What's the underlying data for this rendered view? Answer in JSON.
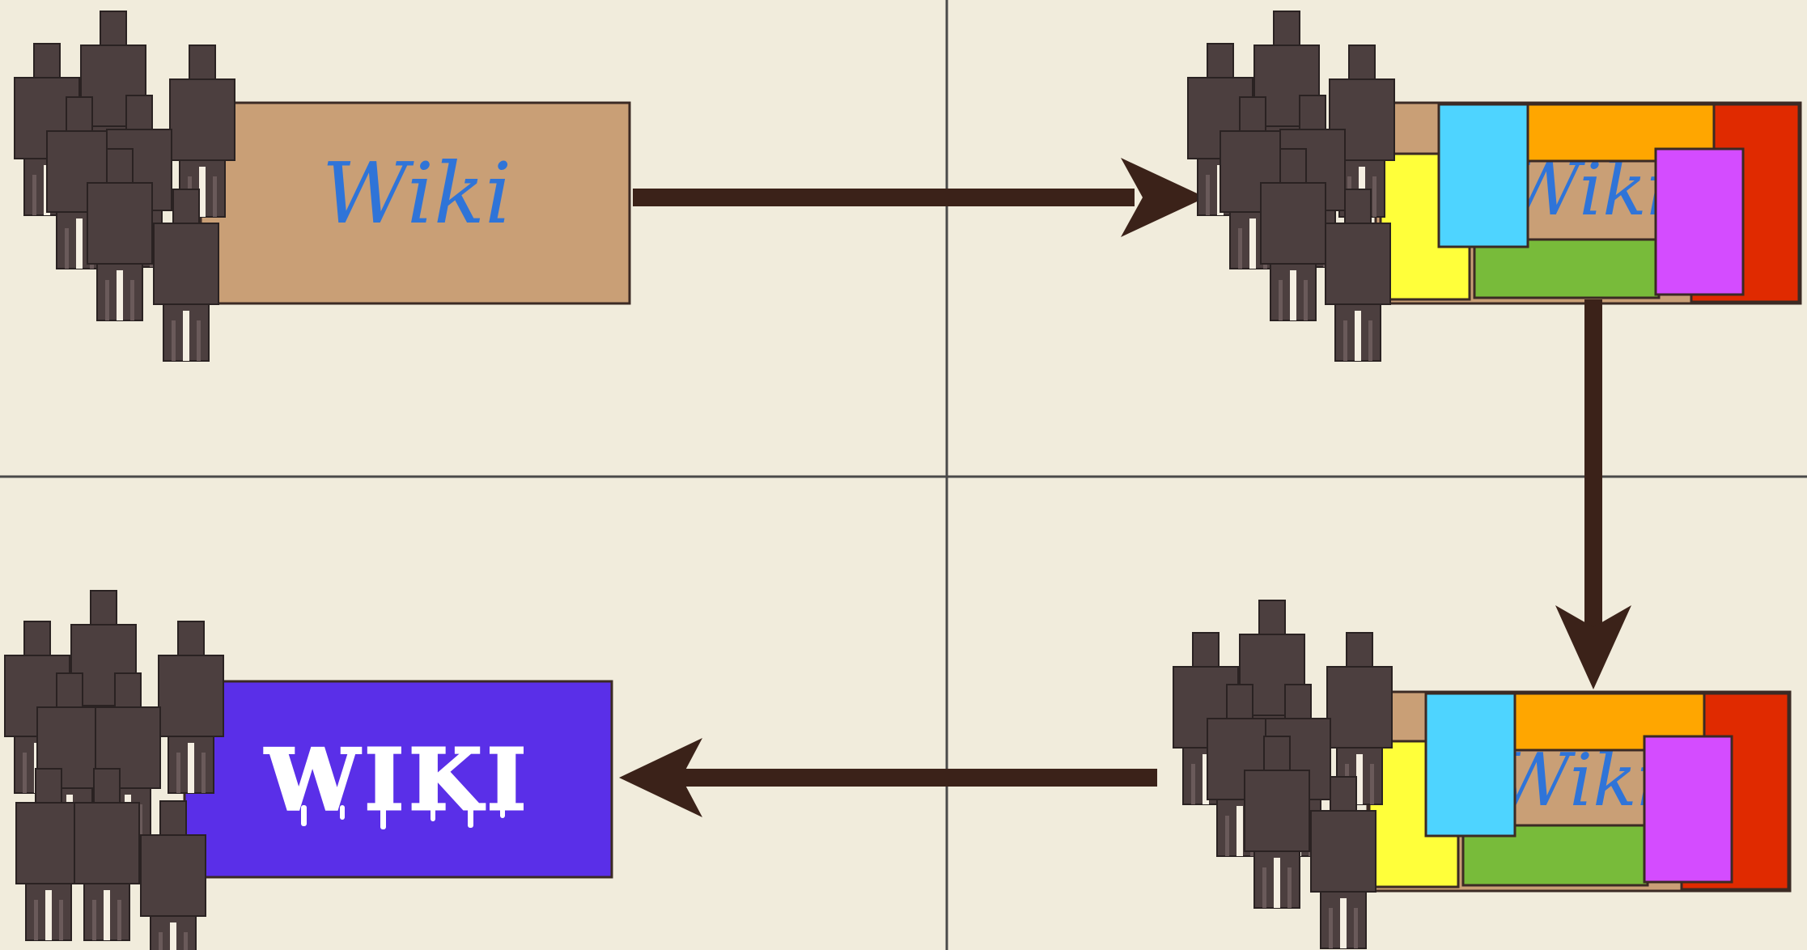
{
  "diagram": {
    "panels": [
      {
        "id": "top-left",
        "wiki_label": "Wiki",
        "style": "plain"
      },
      {
        "id": "top-right",
        "wiki_label": "Wiki",
        "style": "fragmented"
      },
      {
        "id": "bottom-right",
        "wiki_label": "Wiki",
        "style": "fragmented"
      },
      {
        "id": "bottom-left",
        "wiki_label": "WIKI",
        "style": "monster"
      }
    ],
    "colors": {
      "background": "#f1ecdc",
      "grid_line": "#4a4a4a",
      "arrow": "#3b2219",
      "people": "#4c3f3f",
      "people_legs_highlight": "#f5efe2",
      "wiki_plain": "#c99f76",
      "wiki_text": "#2f74d8",
      "wiki_monster": "#5a2fe8",
      "block_yellow": "#ffff3a",
      "block_cyan": "#4ed4ff",
      "block_orange": "#ffa600",
      "block_red": "#e02a00",
      "block_green": "#78bb3a",
      "block_magenta": "#d44cff"
    }
  }
}
